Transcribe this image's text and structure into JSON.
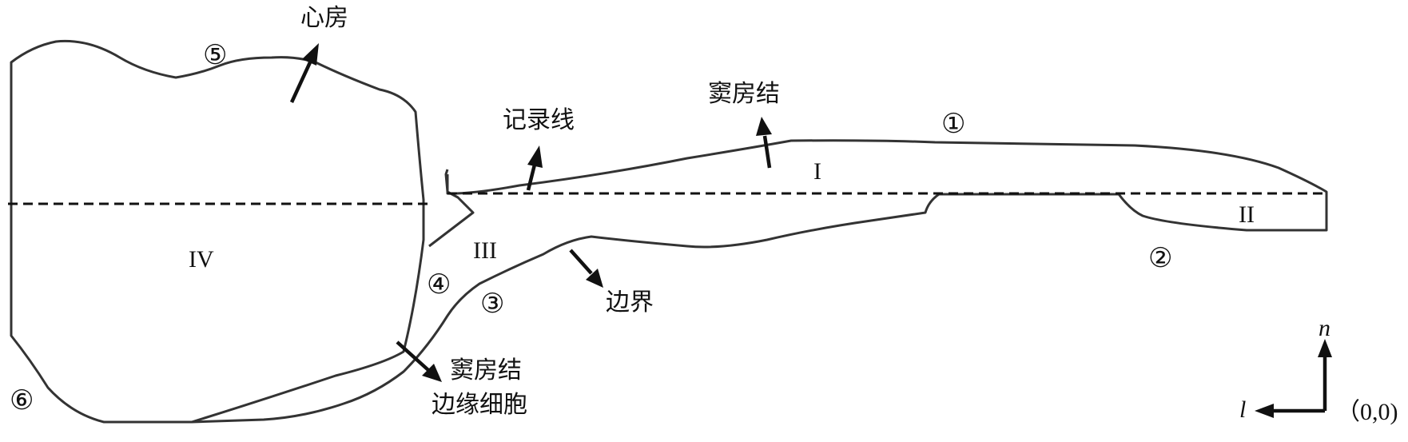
{
  "labels": {
    "atrium": "心房",
    "sinoatrial_node_top": "窦房结",
    "recording_line": "记录线",
    "boundary": "边界",
    "edge_cells_line1": "窦房结",
    "edge_cells_line2": "边缘细胞"
  },
  "regions": {
    "r1": "I",
    "r2": "II",
    "r3": "III",
    "r4": "IV"
  },
  "boundary_markers": {
    "m1": "①",
    "m2": "②",
    "m3": "③",
    "m4": "④",
    "m5": "⑤",
    "m6": "⑥"
  },
  "axes": {
    "n": "n",
    "l": "l",
    "origin": "（0,0)"
  },
  "colors": {
    "stroke": "#333333",
    "text": "#111111",
    "background": "#ffffff"
  }
}
